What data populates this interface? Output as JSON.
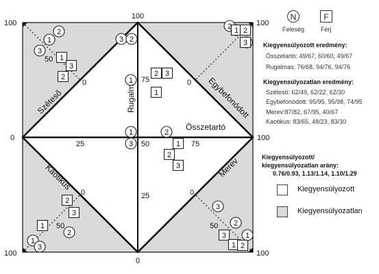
{
  "corner_labels": {
    "top": "100",
    "right": "100",
    "bottom": "0",
    "left": "0",
    "top_left": "100",
    "top_right": "100",
    "bottom_left": "100",
    "bottom_right": "100"
  },
  "region_labels": {
    "szeteso": "Széteső",
    "egybefonodott": "Egybefonódott",
    "kaotikus": "Kaotikus",
    "merev": "Merev",
    "rugalmas": "Rugalmas",
    "osszetarto": "Összetartó"
  },
  "axis_ticks": {
    "h25": "25",
    "h50": "50",
    "h75": "75",
    "v75": "75",
    "v25": "25"
  },
  "diag_ticks": {
    "tl50": "50",
    "tl0": "0",
    "tr0": "0",
    "bl0": "0",
    "bl50": "50",
    "br0": "0",
    "br50": "50"
  },
  "markers": [
    {
      "label": "2",
      "shape": "circle"
    },
    {
      "label": "1",
      "shape": "circle"
    },
    {
      "label": "3",
      "shape": "circle"
    },
    {
      "label": "1",
      "shape": "square"
    },
    {
      "label": "3",
      "shape": "square"
    },
    {
      "label": "2",
      "shape": "square"
    },
    {
      "label": "3",
      "shape": "circle"
    },
    {
      "label": "2",
      "shape": "circle"
    },
    {
      "label": "2",
      "shape": "circle"
    },
    {
      "label": "1",
      "shape": "circle"
    },
    {
      "label": "3",
      "shape": "circle"
    },
    {
      "label": "1",
      "shape": "square"
    },
    {
      "label": "2",
      "shape": "square"
    },
    {
      "label": "3",
      "shape": "square"
    },
    {
      "label": "1",
      "shape": "circle"
    },
    {
      "label": "2",
      "shape": "square"
    },
    {
      "label": "3",
      "shape": "square"
    },
    {
      "label": "1",
      "shape": "square"
    },
    {
      "label": "1",
      "shape": "circle"
    },
    {
      "label": "3",
      "shape": "circle"
    },
    {
      "label": "2",
      "shape": "circle"
    },
    {
      "label": "1",
      "shape": "square"
    },
    {
      "label": "2",
      "shape": "square"
    },
    {
      "label": "3",
      "shape": "square"
    },
    {
      "label": "2",
      "shape": "square"
    },
    {
      "label": "3",
      "shape": "square"
    },
    {
      "label": "1",
      "shape": "square"
    },
    {
      "label": "2",
      "shape": "circle"
    },
    {
      "label": "1",
      "shape": "circle"
    },
    {
      "label": "3",
      "shape": "circle"
    },
    {
      "label": "3",
      "shape": "circle"
    },
    {
      "label": "2",
      "shape": "circle"
    },
    {
      "label": "1",
      "shape": "circle"
    },
    {
      "label": "3",
      "shape": "square"
    },
    {
      "label": "1",
      "shape": "square"
    },
    {
      "label": "2",
      "shape": "square"
    }
  ],
  "legend": {
    "n_symbol": "N",
    "n_caption": "Feleség",
    "f_symbol": "F",
    "f_caption": "Férj",
    "balanced_heading": "Kiegyensúlyozott eredmény:",
    "balanced_lines": [
      "Összetartó: 49/67, 60/60, 49/67",
      "Rugalmas: 76/68, 94/76, 94/76"
    ],
    "unbalanced_heading": "Kiegyensúlyozatlan eredmény:",
    "unbalanced_lines": [
      "Szétesö: 62/49, 62/22, 62/30",
      "Egybefonódott: 95/95, 95/98, 74/95",
      "Merev:87/82, 67/95, 40/67",
      "Kaotikus: 83/65, 48/23, 83/30"
    ],
    "ratio_heading_1": "Kiegyensúlyozott/",
    "ratio_heading_2": "kiegyensúlyozatlan arány:",
    "ratio_values": "0.76/0.93, 1.13/1.14, 1.10/1.29",
    "swatch_balanced": "Kiegyensúlyozott",
    "swatch_unbalanced": "Kiegyensúlyozatlan",
    "colors": {
      "balanced": "#ffffff",
      "unbalanced": "#dadada"
    }
  }
}
